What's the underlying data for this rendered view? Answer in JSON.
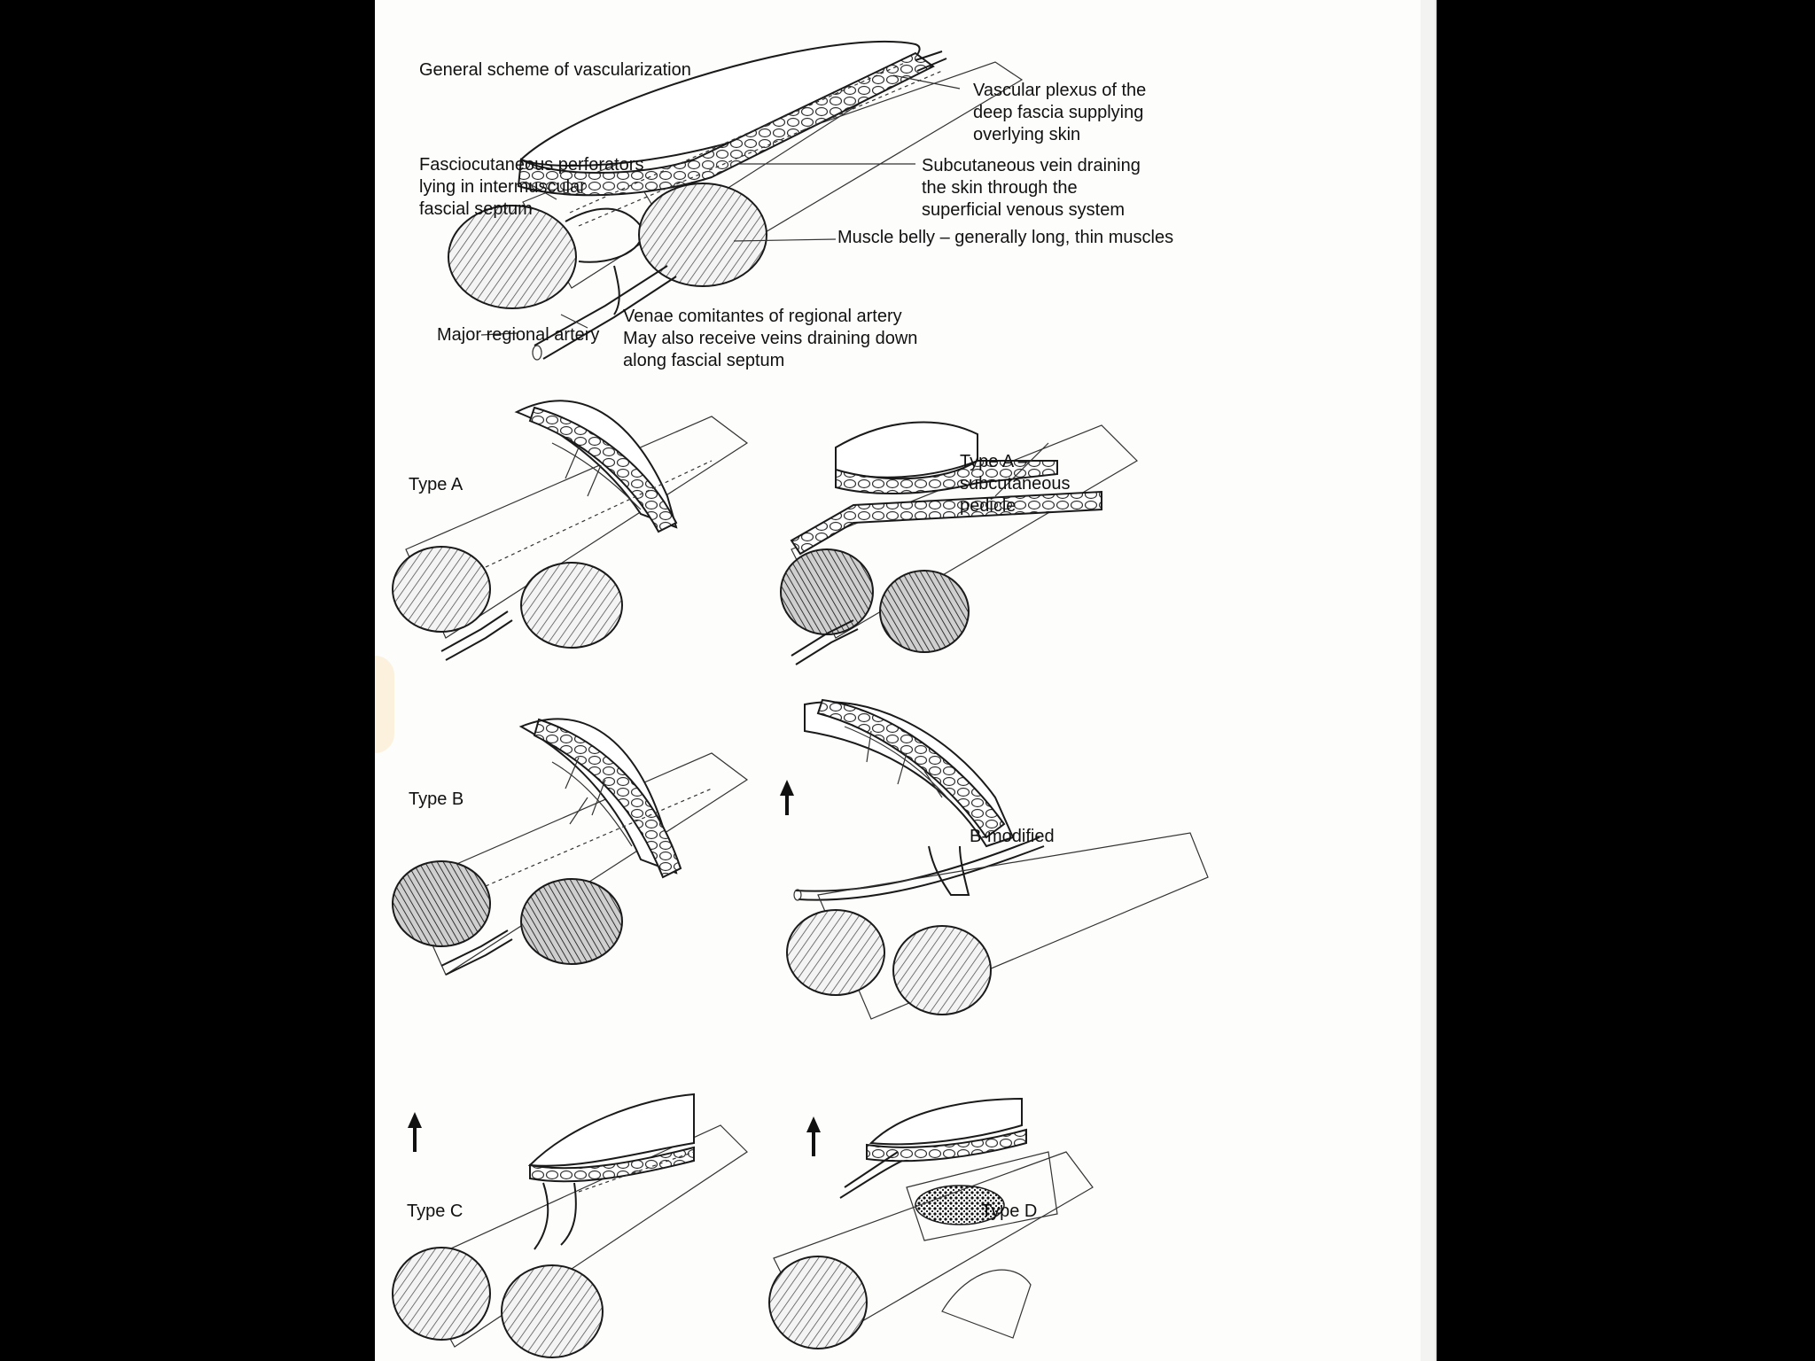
{
  "figure": {
    "general_title": "General scheme of vascularization",
    "labels": {
      "vascular_plexus": "Vascular plexus of the\ndeep fascia supplying\noverlying skin",
      "fasciocutaneous_perforators": "Fasciocutaneous perforators\nlying in intermuscular\nfascial septum",
      "subcutaneous_vein": "Subcutaneous vein draining\nthe skin through the\nsuperficial venous system",
      "muscle_belly": "Muscle belly – generally long, thin muscles",
      "venae_comitantes": "Venae comitantes of regional artery\nMay also receive veins draining down\nalong fascial septum",
      "major_artery": "Major regional artery"
    },
    "types": {
      "type_a": "Type A",
      "type_a_subcutaneous": "Type A –\nsubcutaneous\npedicle",
      "type_b": "Type B",
      "b_modified": "B-modified",
      "type_c": "Type C",
      "type_d": "Type D"
    }
  }
}
